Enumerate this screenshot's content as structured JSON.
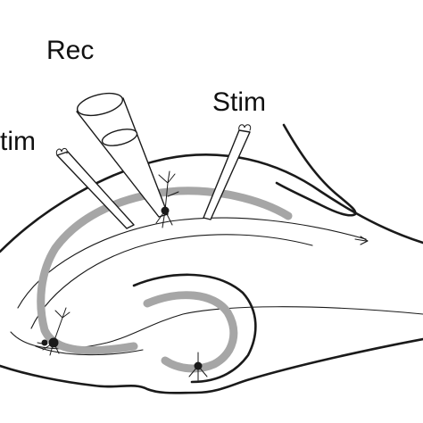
{
  "labels": {
    "rec": "Rec",
    "stim_right": "Stim",
    "stim_left_partial": "tim"
  },
  "colors": {
    "outline": "#1a1a1a",
    "cell_layer": "#a6a6a6",
    "background": "#ffffff"
  }
}
